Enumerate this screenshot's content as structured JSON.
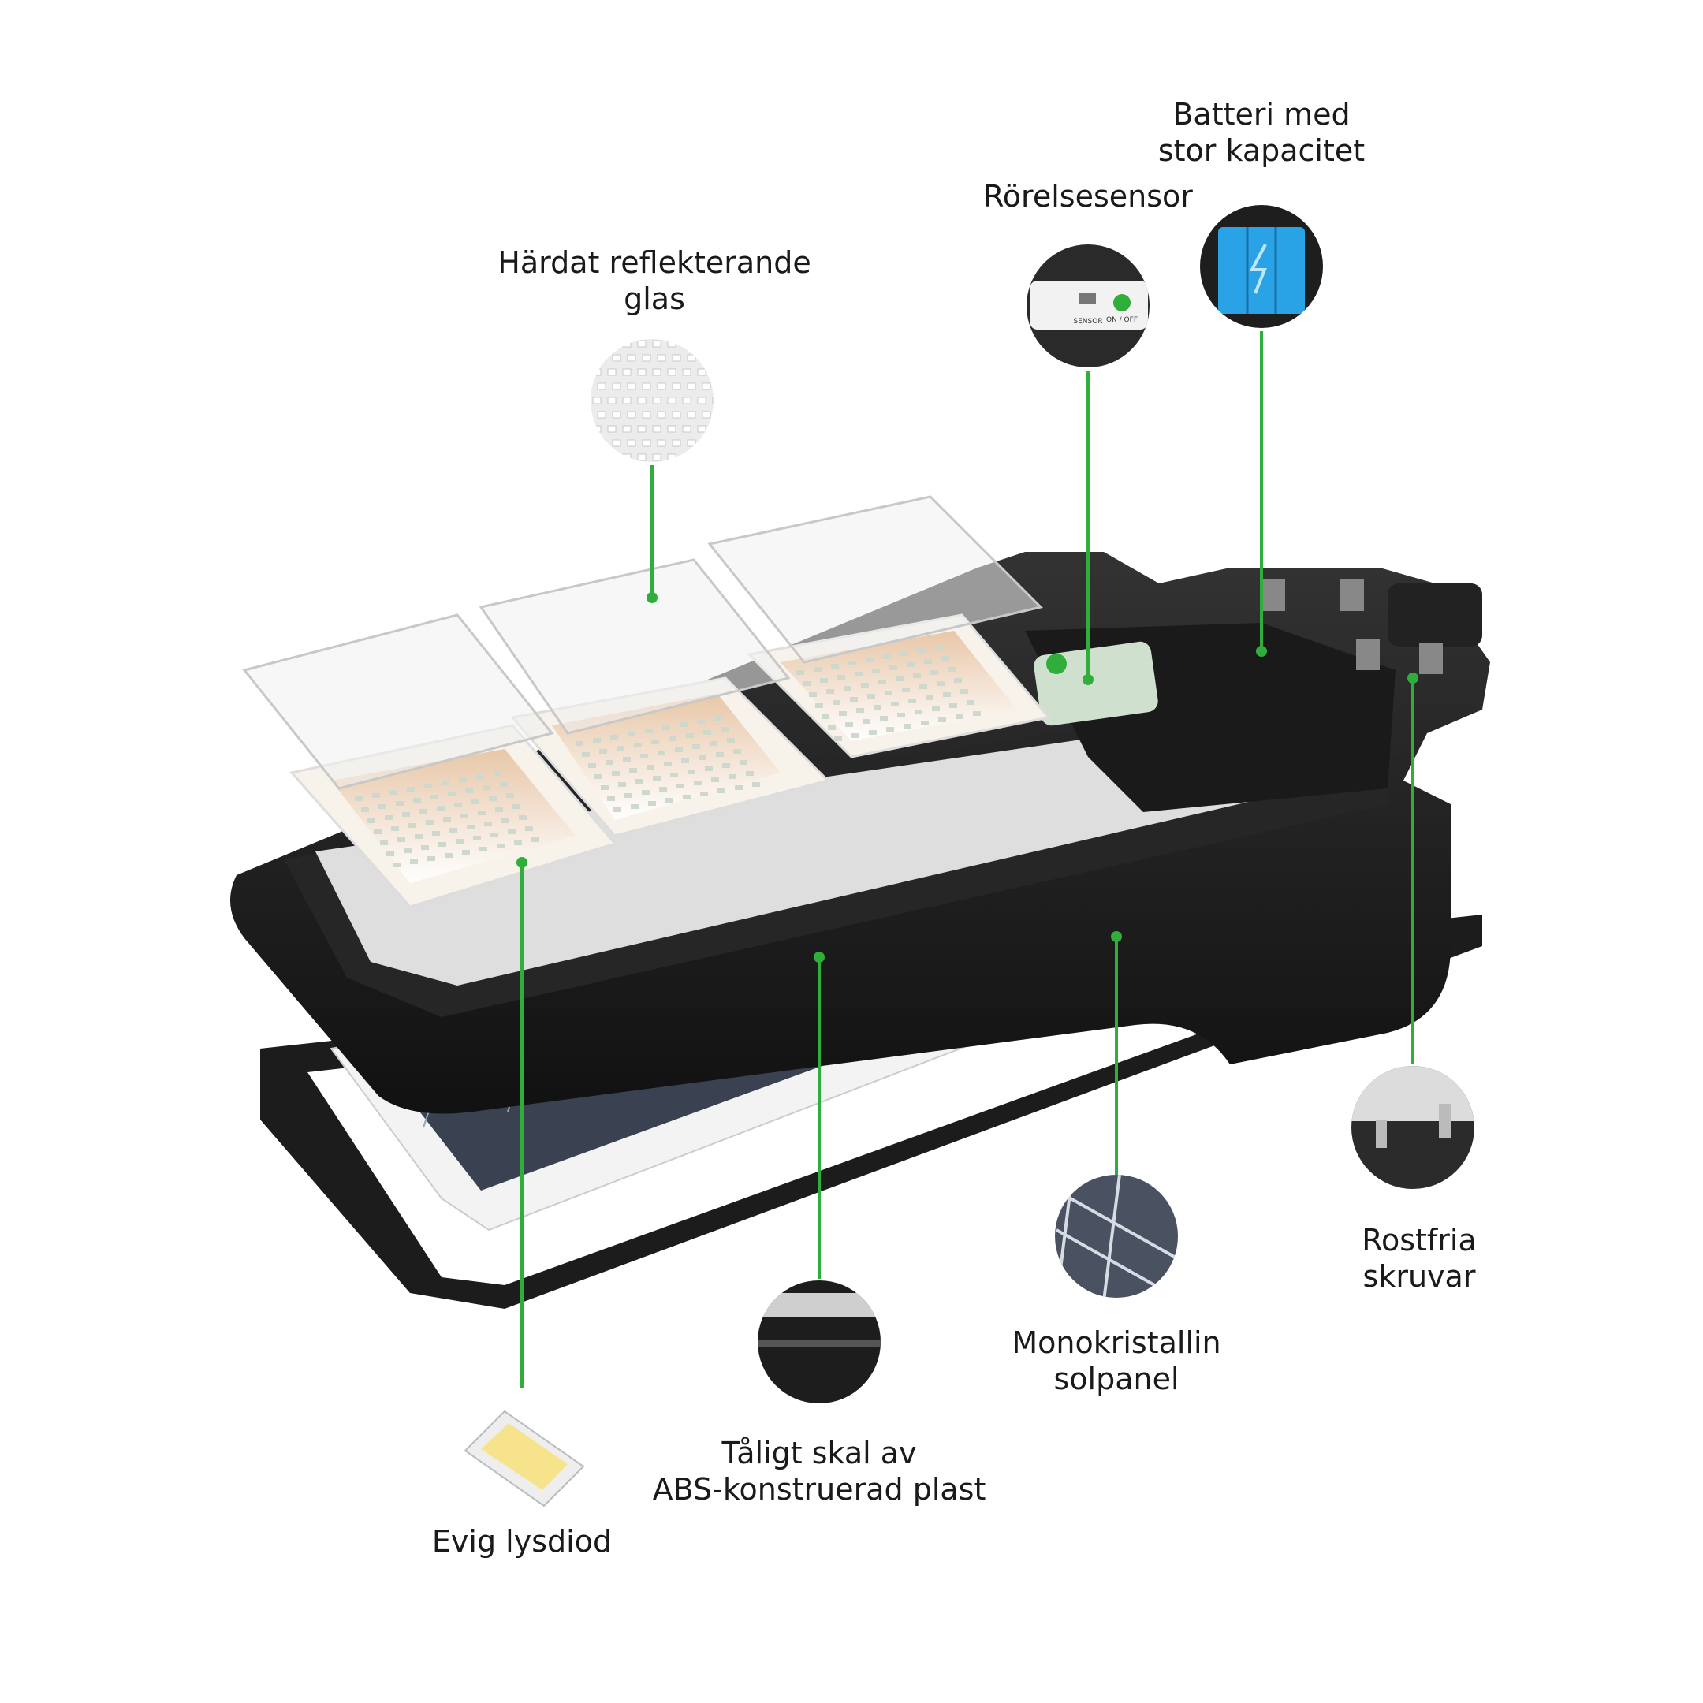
{
  "callouts": {
    "glass": {
      "lines": [
        "Härdat reflekterande",
        "glas"
      ]
    },
    "sensor": {
      "lines": [
        "Rörelsesensor"
      ]
    },
    "battery": {
      "lines": [
        "Batteri med",
        "stor kapacitet"
      ]
    },
    "screws": {
      "lines": [
        "Rostfria",
        "skruvar"
      ]
    },
    "panel": {
      "lines": [
        "Monokristallin",
        "solpanel"
      ]
    },
    "shell": {
      "lines": [
        "Tåligt skal av",
        "ABS-konstruerad plast"
      ]
    },
    "led": {
      "lines": [
        "Evig lysdiod"
      ]
    }
  },
  "sensor_plate": {
    "button_label": "ON / OFF",
    "sensor_label": "SENSOR"
  },
  "colors": {
    "leader": "#2fae3a",
    "housing": "#1e1e1e",
    "cell": "#3a4150",
    "battery": "#2aa3e6",
    "background": "#ffffff"
  }
}
